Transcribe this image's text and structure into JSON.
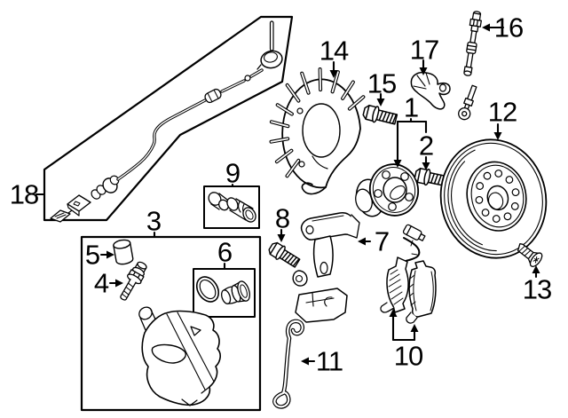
{
  "diagram": {
    "kind": "auto-parts-exploded-view",
    "subject": "front disc brake components",
    "background_color": "#ffffff",
    "line_color": "#000000"
  },
  "callouts": {
    "c1": "1",
    "c2": "2",
    "c3": "3",
    "c4": "4",
    "c5": "5",
    "c6": "6",
    "c7": "7",
    "c8": "8",
    "c9": "9",
    "c10": "10",
    "c11": "11",
    "c12": "12",
    "c13": "13",
    "c14": "14",
    "c15": "15",
    "c16": "16",
    "c17": "17",
    "c18": "18"
  }
}
